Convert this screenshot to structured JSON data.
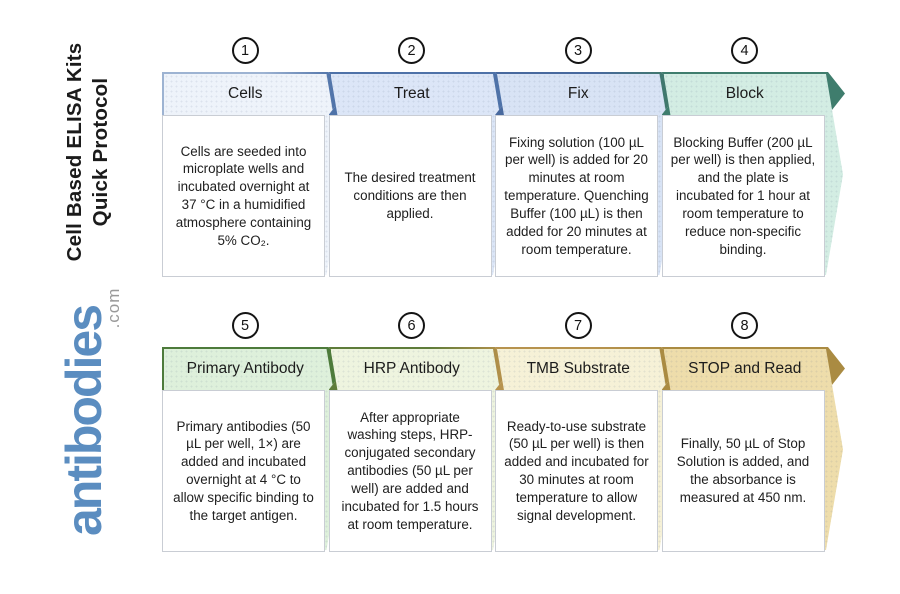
{
  "branding": {
    "vertical_title_line1": "Cell Based ELISA Kits",
    "vertical_title_line2": "Quick Protocol",
    "logo_text": "antibodies",
    "logo_suffix": ".com",
    "logo_color": "#5b8dc0",
    "logo_suffix_color": "#999999"
  },
  "steps": [
    {
      "number": "1",
      "label": "Cells",
      "description": "Cells are seeded into microplate wells and incubated overnight at 37 °C in a humidified atmosphere containing 5% CO₂.",
      "fill": "#eef3fa",
      "stroke": "#9db3d2",
      "stroke_tip": "#4e72a8"
    },
    {
      "number": "2",
      "label": "Treat",
      "description": "The desired treatment conditions are then applied.",
      "fill": "#dce6f7",
      "stroke": "#4e72a8"
    },
    {
      "number": "3",
      "label": "Fix",
      "description": "Fixing solution (100 µL per well) is added for 20 minutes at room temperature. Quenching Buffer (100 µL) is then added for 20 minutes at room temperature.",
      "fill": "#d8e3f5",
      "stroke": "#48699e",
      "stroke_tip": "#40796b"
    },
    {
      "number": "4",
      "label": "Block",
      "description": "Blocking Buffer (200 µL per well) is then applied, and the plate is incubated for 1 hour at room temperature to reduce non-specific binding.",
      "fill": "#d3ede3",
      "stroke": "#3f7d6d"
    },
    {
      "number": "5",
      "label": "Primary Antibody",
      "description": "Primary antibodies (50 µL per well, 1×) are added and incubated overnight at 4 °C to allow specific binding to the target antigen.",
      "fill": "#def0db",
      "stroke": "#4d7b3b"
    },
    {
      "number": "6",
      "label": "HRP Antibody",
      "description": "After appropriate washing steps, HRP-conjugated secondary antibodies (50 µL per well) are added and incubated for 1.5 hours at room temperature.",
      "fill": "#eef4df",
      "stroke": "#5e7c3a",
      "stroke_tip": "#b3904a"
    },
    {
      "number": "7",
      "label": "TMB Substrate",
      "description": "Ready-to-use substrate (50 µL per well) is then added and incubated for 30 minutes at room temperature to allow signal development.",
      "fill": "#f6f1d7",
      "stroke": "#b7934e",
      "stroke_tip": "#aa8b42"
    },
    {
      "number": "8",
      "label": "STOP and Read",
      "description": "Finally, 50 µL of Stop Solution is added, and the absorbance is measured at 450 nm.",
      "fill": "#eeddab",
      "stroke": "#aa8b42"
    }
  ]
}
